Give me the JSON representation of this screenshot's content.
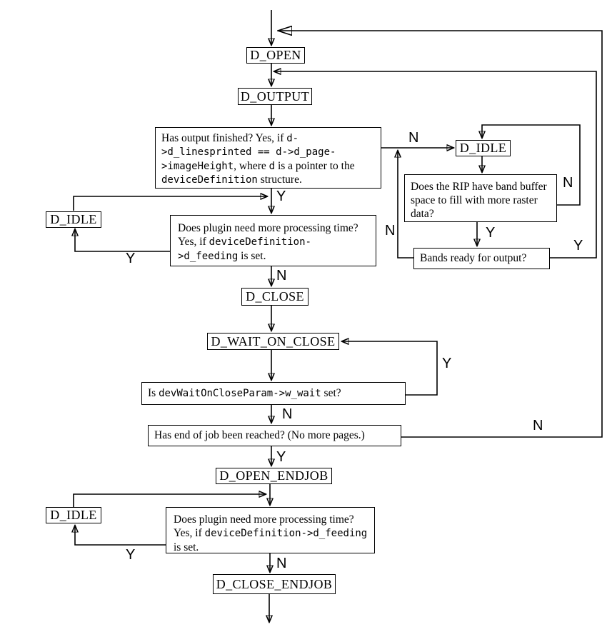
{
  "diagram": {
    "description": "Device plugin state flow diagram",
    "colors": {
      "line": "#000000",
      "box_border": "#000000",
      "background": "#ffffff",
      "text": "#000000"
    }
  },
  "nodes": {
    "d_open": {
      "label": "D_OPEN"
    },
    "d_output": {
      "label": "D_OUTPUT"
    },
    "idle_right": {
      "label": "D_IDLE"
    },
    "idle_left_1": {
      "label": "D_IDLE"
    },
    "d_close": {
      "label": "D_CLOSE"
    },
    "d_wait_on_close": {
      "label": "D_WAIT_ON_CLOSE"
    },
    "d_open_endjob": {
      "label": "D_OPEN_ENDJOB"
    },
    "idle_left_2": {
      "label": "D_IDLE"
    },
    "d_close_endjob": {
      "label": "D_CLOSE_ENDJOB"
    },
    "output_finished": {
      "parts": [
        "Has output finished? Yes, if ",
        "d->d_linesprinted == d->d_page->imageHeight",
        ", where ",
        "d",
        " is a pointer to the ",
        "deviceDefinition",
        " structure."
      ]
    },
    "rip_band_buffer": {
      "text": "Does the RIP have band buffer space to fill with more raster data?"
    },
    "bands_ready": {
      "text": "Bands ready for output?"
    },
    "plugin_processing_1": {
      "parts": [
        "Does plugin need more processing time? Yes, if ",
        "deviceDefinition->d_feeding",
        " is set."
      ]
    },
    "wait_on_close_param": {
      "parts": [
        "Is ",
        "devWaitOnCloseParam->w_wait",
        " set?"
      ]
    },
    "end_of_job": {
      "text": "Has end of job been reached? (No more pages.)"
    },
    "plugin_processing_2": {
      "parts": [
        "Does plugin need more processing time? Yes, if ",
        "deviceDefinition->d_feeding",
        " is set."
      ]
    }
  },
  "edge_labels": {
    "output_not_finished": "N",
    "no_band_space": "N",
    "band_space_yes": "Y",
    "bands_not_ready": "N",
    "bands_ready_yes": "Y",
    "output_finished_yes": "Y",
    "plugin_needs_time_1": "Y",
    "plugin_done_1": "N",
    "wait_set_yes": "Y",
    "wait_not_set": "N",
    "more_pages": "N",
    "end_of_job_yes": "Y",
    "plugin_needs_time_2": "Y",
    "plugin_done_2": "N"
  }
}
